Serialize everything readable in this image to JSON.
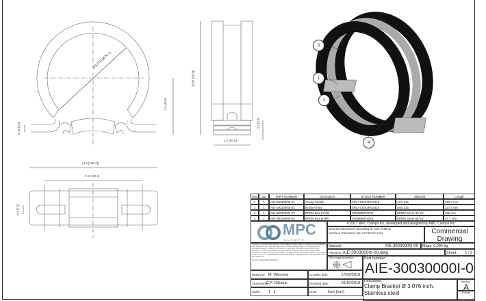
{
  "drawing": {
    "front_view": {
      "diameter_dim": "Ø3.076 [Ø78.1]",
      "height_dim": "1.9 [48.6]",
      "thickness_dim": "0.16 [4.0]"
    },
    "side_view": {
      "height_dim": "(3.81 [96.6])",
      "width_dim": "1.2 [30.0]",
      "gap_dim": "0.1 [3.0]"
    },
    "bottom_view": {
      "overall_dim": "(4.3 [108.4])",
      "inner_dim": "3.24 [82.4]",
      "slot_dim": "0.3 [7.6]"
    },
    "balloons": [
      "3",
      "1",
      "2",
      "4"
    ]
  },
  "bom": {
    "headers": [
      "Item",
      "Qty",
      "PART NUMBER",
      "Description",
      "STOCK NUMBER",
      "Material",
      "Length"
    ],
    "rows": [
      [
        "1",
        "1",
        "AIE-30030000I-01",
        "Clamp Saddle",
        "XPLAT30X3RVS316",
        "AISI 316",
        "282.3 mm"
      ],
      [
        "2",
        "1",
        "AIE-30030000I-02",
        "Bracket Part",
        "XPLAT30X3RVS316",
        "AISI 316",
        "117.8 mm"
      ],
      [
        "3",
        "1",
        "AIE-30030000I-03",
        "EPDM Box Profile",
        "XRUBBER30X3",
        "EPDM Shore 65°±5°",
        "206 mm"
      ],
      [
        "4",
        "1",
        "AIE-30030000I-04",
        "EPDM Box profile",
        "XRUBBER30X3",
        "EPDM Shore 65°±5°",
        "37.7 mm"
      ]
    ]
  },
  "title_block": {
    "copyright": "© 2017 MPC Clamps Inc, developed and designed by MPC Clamps Inc.",
    "logo_text": "MPC",
    "logo_sub": "CLAMPS",
    "tolerances": "General Tolerances: according to: ISO 2768-vL",
    "surface": "SURFACE TREATMENT AND OR PROTECTION:",
    "drawing_type": "Commercial Drawing",
    "notice": "NOTICE: IF IN DOUBT REGARDING THIS DRAWING, MAKE SURE TO CONSULT AN ENGINEER. MPC Clamps Inc owns proprietary rights in the material disclosed hereon. This drawing and/or technical information is issued in confidence for engineering information only and may not be reproduced or used to manufacture anything shown or referred to herein without direct written permission from MPC Clamps Inc to the user. The drawing and/or technical information is the property of MPC Clamps Inc. THE DRAWING AND/OR TECHNICAL INFORMATION IS THE PROPERTY OF MPC Clamps Inc.",
    "no_scale": "DO NOT SCALE FROM DRAWING",
    "material_label": "Material: -",
    "material_code": "AIE-30030000I-00",
    "mass": "Mass: 0.284 kg",
    "filename_label": "Filename:",
    "filename": "AIE-30030000I-00.dwg",
    "sheet_label": "Sheet:",
    "sheet": "1 / 2",
    "projection_label": "Third angle projection:",
    "part_number_label": "Part number:",
    "part_number": "AIE-30030000I-00",
    "drawn_by_label": "Drawn by:",
    "drawn_by": "M. Wiersma",
    "creation_label": "Creation date:",
    "creation_date": "17/09/2018",
    "checked_by_label": "Checked by:",
    "checked_by": "C.P. Dijkstra",
    "checked_label": "Checked date:",
    "checked_date": "05/10/2018",
    "scale_label": "Scale:",
    "scale": "1 : 1",
    "units_label": "Units:",
    "units": "Inch [mm]",
    "description_label": "Description:",
    "description_1": "Clamp Bracket Ø 3.076 inch.",
    "description_2": "Stainless steel",
    "revision_label": "Revision:",
    "revision": "A",
    "format_label": "Format:"
  }
}
